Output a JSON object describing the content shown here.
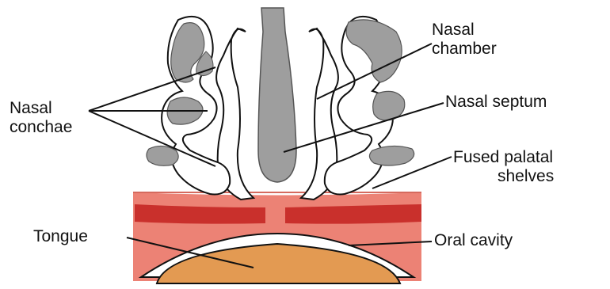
{
  "labels": {
    "nasal_conchae": [
      "Nasal",
      "conchae"
    ],
    "nasal_chamber": [
      "Nasal",
      "chamber"
    ],
    "nasal_septum": "Nasal septum",
    "fused_palatal_shelves": [
      "Fused palatal",
      "shelves"
    ],
    "tongue": "Tongue",
    "oral_cavity": "Oral cavity"
  },
  "colors": {
    "bone_gray": "#9e9e9e",
    "outline": "#111111",
    "palate_tissue": "#e9796b",
    "palate_band": "#c9302c",
    "tongue": "#e39a52"
  }
}
